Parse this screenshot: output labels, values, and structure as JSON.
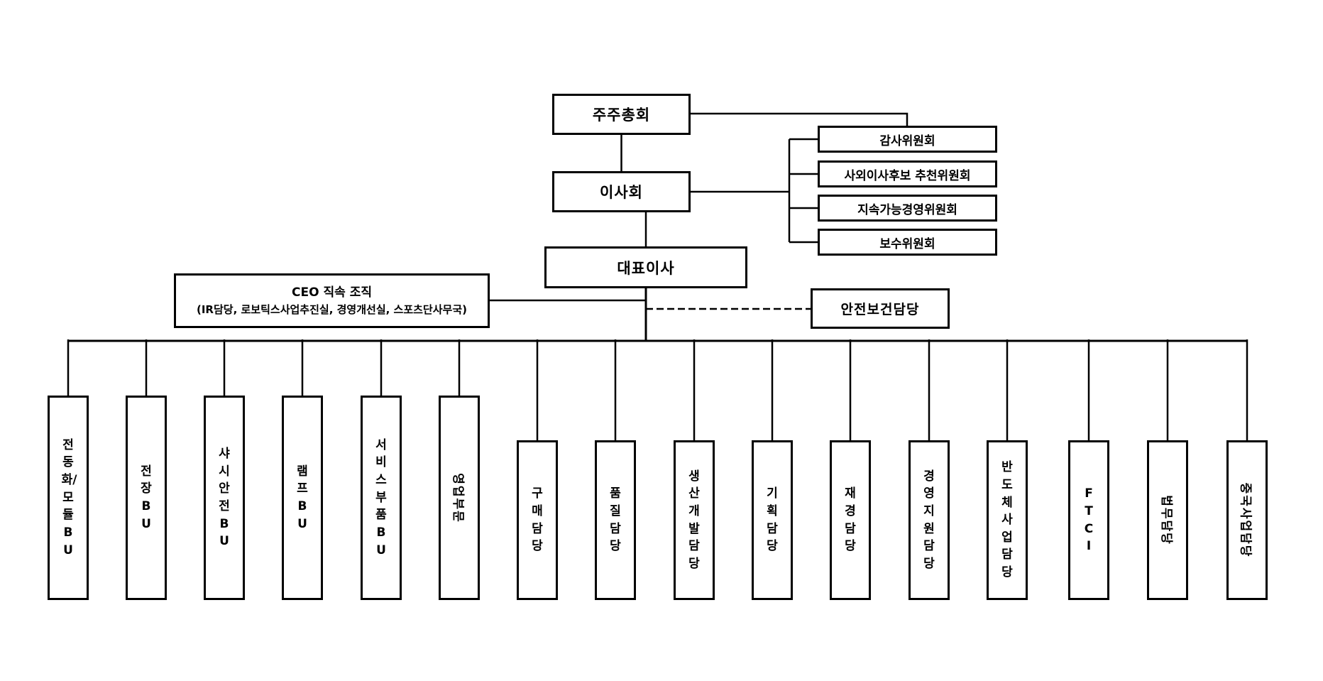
{
  "canvas": {
    "background": "#ffffff",
    "line_color": "#000000",
    "box_border_color": "#000000",
    "text_color": "#000000"
  },
  "top_hierarchy": {
    "shareholders_meeting": "주주총회",
    "board_of_directors": "이사회",
    "ceo": "대표이사"
  },
  "board_committees": [
    "감사위원회",
    "사외이사후보 추천위원회",
    "지속가능경영위원회",
    "보수위원회"
  ],
  "ceo_direct_org": {
    "title": "CEO 직속 조직",
    "subtitle": "(IR담당, 로보틱스사업추진실, 경영개선실, 스포츠단사무국)"
  },
  "safety_health": "안전보건담당",
  "business_units": [
    {
      "label": "전동화/모듈BU"
    },
    {
      "label": "전장BU"
    },
    {
      "label": "샤시안전BU"
    },
    {
      "label": "램프BU"
    },
    {
      "label": "서비스부품BU"
    },
    {
      "label": "영업부문"
    },
    {
      "label": "구매담당"
    },
    {
      "label": "품질담당"
    },
    {
      "label": "생산개발담당"
    },
    {
      "label": "기획담당"
    },
    {
      "label": "재경담당"
    },
    {
      "label": "경영지원담당"
    },
    {
      "label": "반도체사업담당"
    },
    {
      "label": "FTCI"
    },
    {
      "label": "법무담당"
    },
    {
      "label": "중국사업담당"
    }
  ]
}
